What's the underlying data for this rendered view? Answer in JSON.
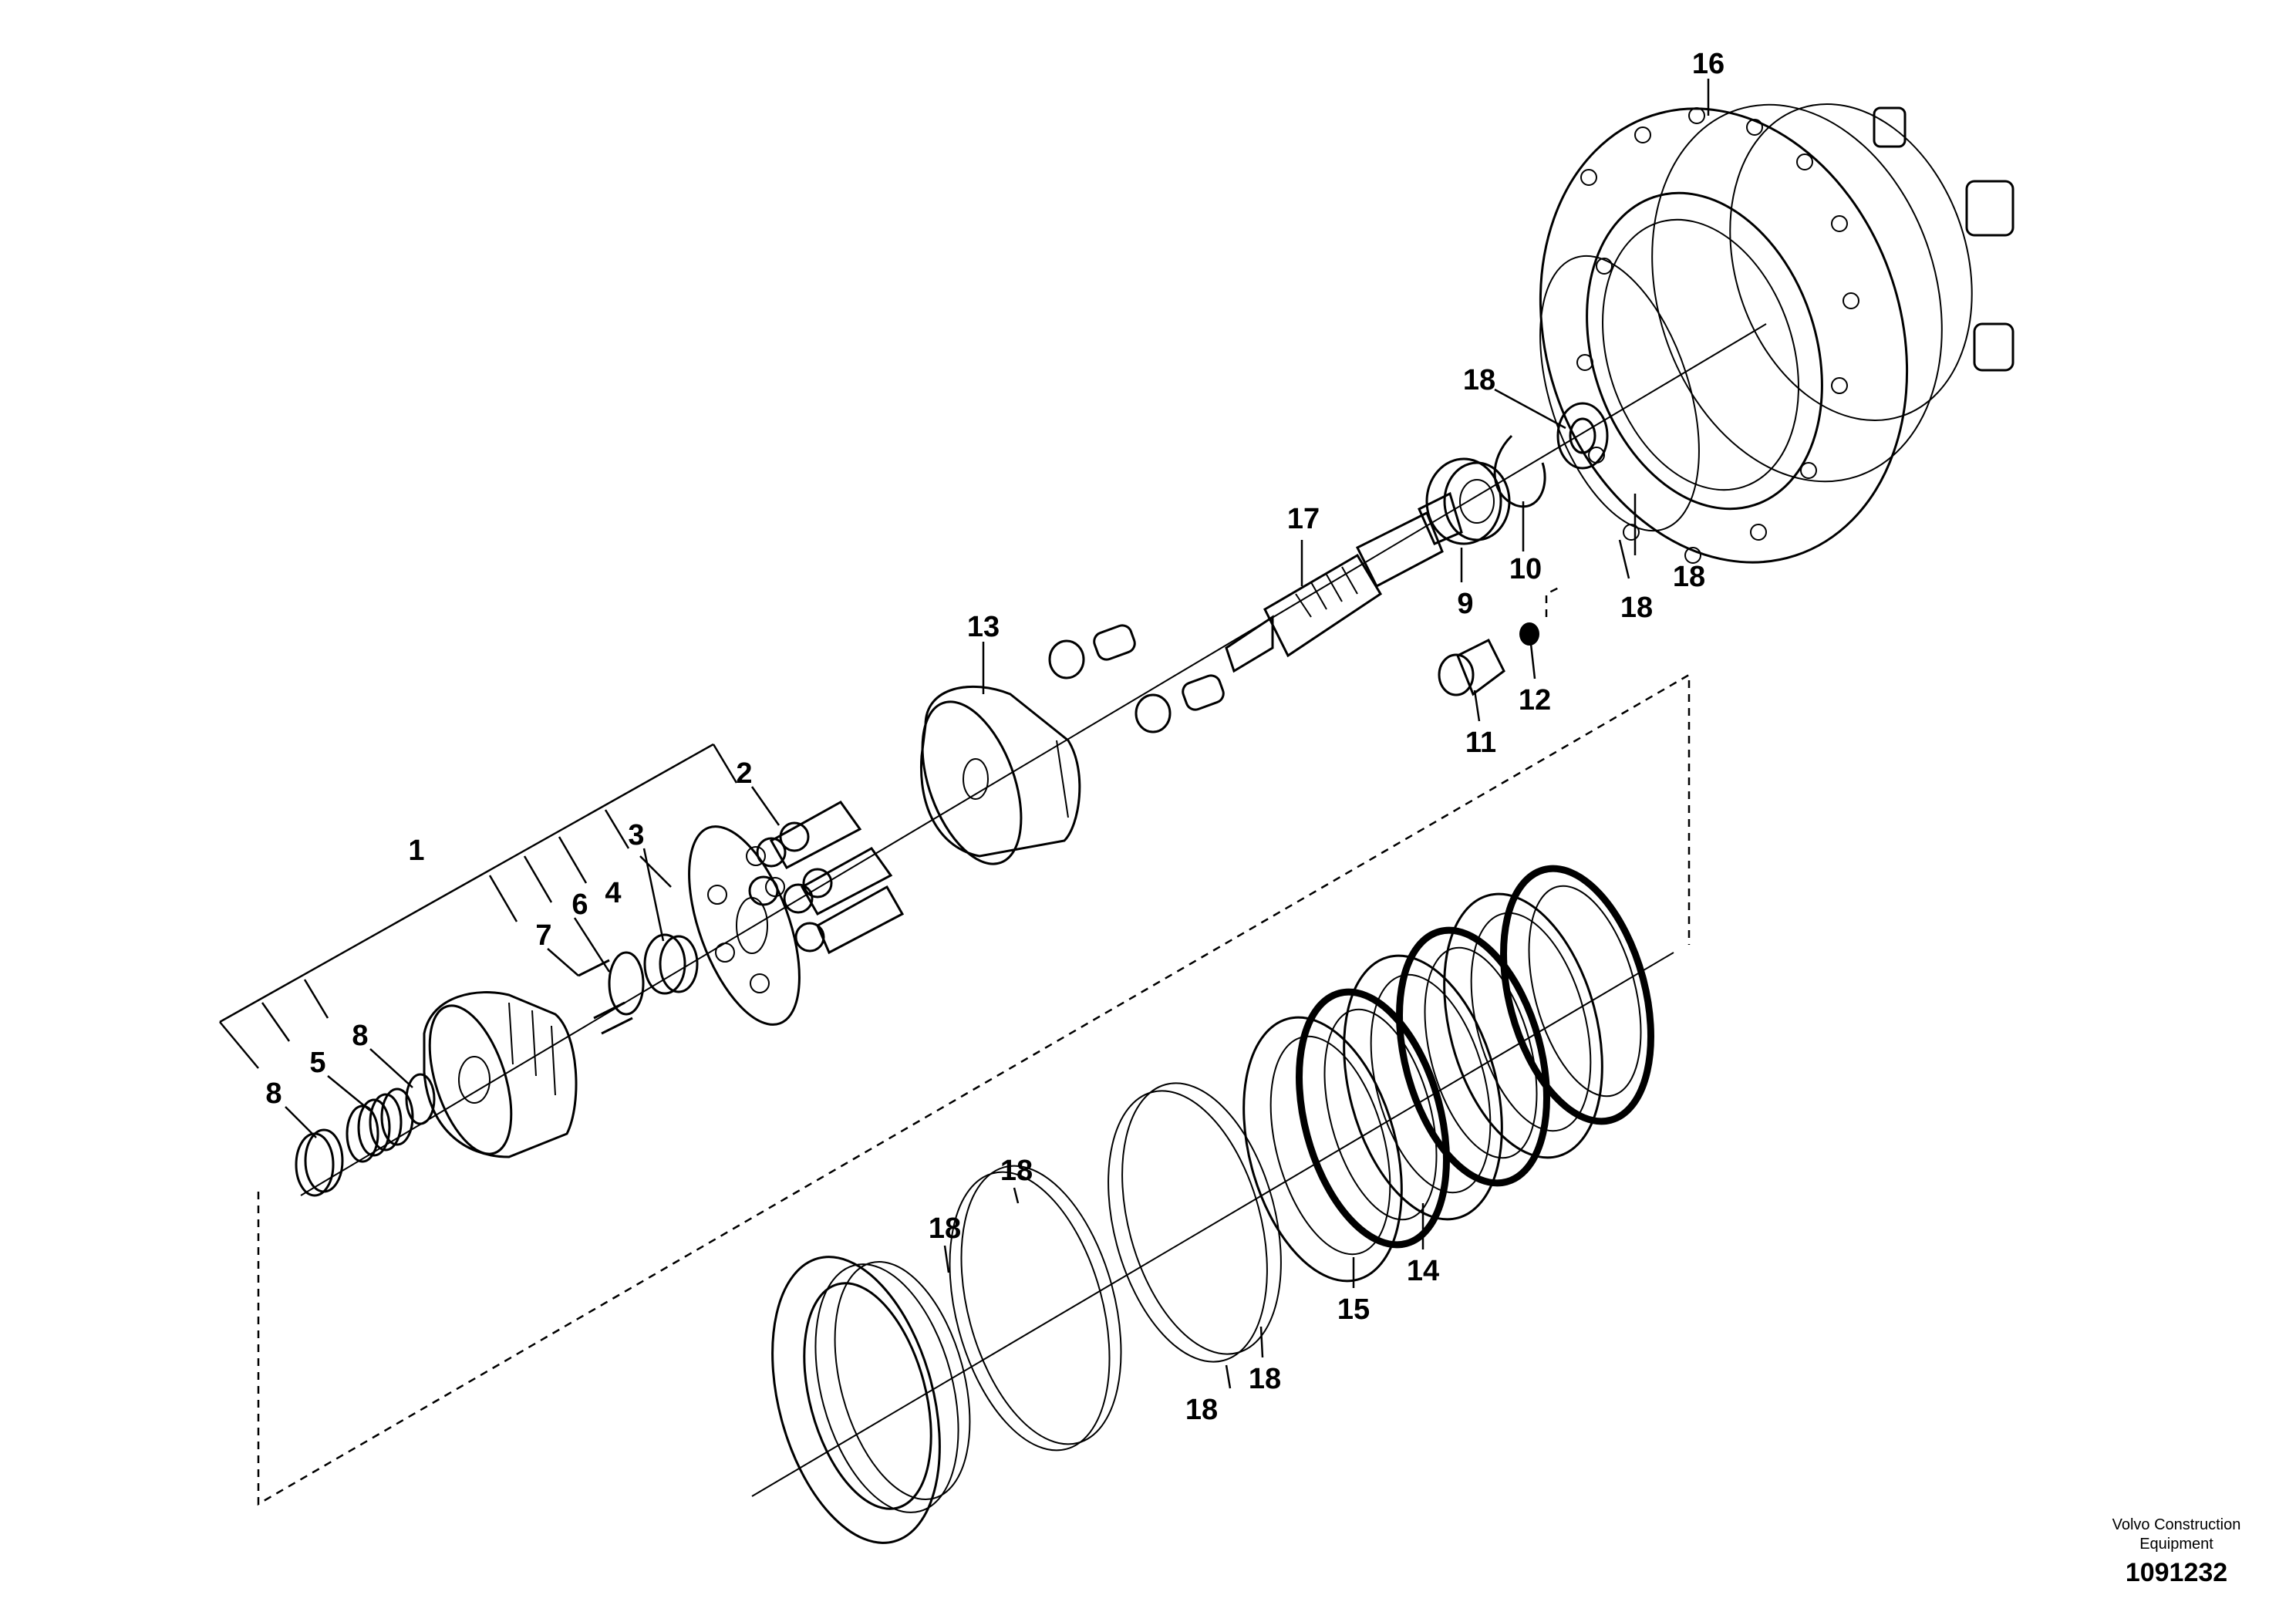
{
  "callouts": {
    "c16": "16",
    "c18a": "18",
    "c17": "17",
    "c9": "9",
    "c10": "10",
    "c18b": "18",
    "c18c": "18",
    "c12": "12",
    "c11": "11",
    "c13": "13",
    "c2": "2",
    "c1": "1",
    "c3": "3",
    "c6": "6",
    "c4": "4",
    "c7": "7",
    "c8a": "8",
    "c5": "5",
    "c8b": "8",
    "c18d": "18",
    "c18e": "18",
    "c18f": "18",
    "c18g": "18",
    "c14": "14",
    "c15": "15"
  },
  "footer": {
    "brand_line1": "Volvo Construction",
    "brand_line2": "Equipment",
    "drawing_number": "1091232"
  }
}
